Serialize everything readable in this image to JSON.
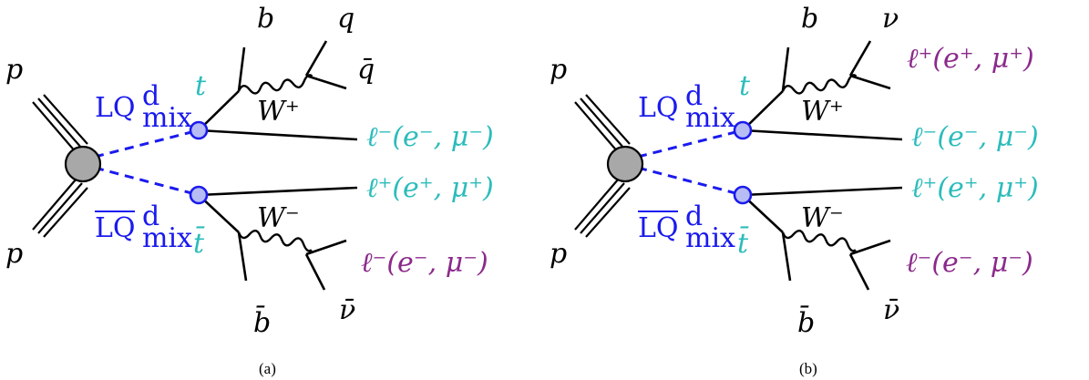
{
  "colors": {
    "black": "#000000",
    "blue": "#1a1aee",
    "cyan": "#2cbcbc",
    "purple": "#8b2a8b",
    "vertex_fill": "#b7bdf4",
    "blob_fill": "#a8a8a8"
  },
  "diagrams": [
    {
      "caption": "(a)",
      "proton_top": "p",
      "proton_bottom": "p",
      "lq": {
        "base": "LQ",
        "sup": "d",
        "sub": "mix"
      },
      "lqbar": {
        "base": "LQ",
        "sup": "d",
        "sub": "mix"
      },
      "top": "t",
      "antitop": "t̄",
      "b_top": "b",
      "b_bottom": "b̄",
      "w_plus": "W⁺",
      "w_minus": "W⁻",
      "w_top_out1": "q",
      "w_top_out2": "q̄",
      "w_bottom_out": "ν̄",
      "lepton_top": "ℓ⁻(e⁻, μ⁻)",
      "lepton_bottom": "ℓ⁺(e⁺, μ⁺)",
      "lepton_w_bottom": "ℓ⁻(e⁻, μ⁻)"
    },
    {
      "caption": "(b)",
      "proton_top": "p",
      "proton_bottom": "p",
      "lq": {
        "base": "LQ",
        "sup": "d",
        "sub": "mix"
      },
      "lqbar": {
        "base": "LQ",
        "sup": "d",
        "sub": "mix"
      },
      "top": "t",
      "antitop": "t̄",
      "b_top": "b",
      "b_bottom": "b̄",
      "w_plus": "W⁺",
      "w_minus": "W⁻",
      "w_top_out1": "ν",
      "w_top_lepton": "ℓ⁺(e⁺, μ⁺)",
      "w_bottom_out": "ν̄",
      "lepton_top": "ℓ⁻(e⁻, μ⁻)",
      "lepton_bottom": "ℓ⁺(e⁺, μ⁺)",
      "lepton_w_bottom": "ℓ⁻(e⁻, μ⁻)"
    }
  ]
}
